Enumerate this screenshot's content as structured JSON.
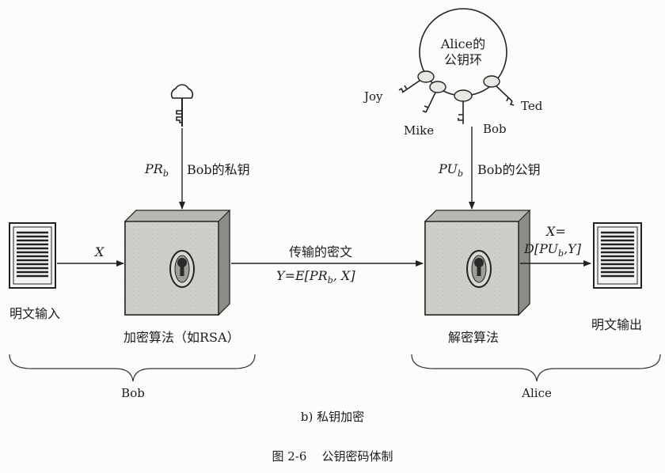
{
  "plaintext_input": "明文输入",
  "plaintext_output": "明文输出",
  "x_in": "X",
  "x_out_line1": "X=",
  "x_out_line2": "D[PU",
  "x_out_sub": "b",
  "x_out_tail": ",Y]",
  "private_key_symbol": "PR",
  "private_key_sub": "b",
  "private_key_desc": "Bob的私钥",
  "public_key_symbol": "PU",
  "public_key_sub": "b",
  "public_key_desc": "Bob的公钥",
  "encrypt_algo": "加密算法（如RSA）",
  "decrypt_algo": "解密算法",
  "transmitted_label": "传输的密文",
  "cipher_eq_pre": "Y=E[PR",
  "cipher_eq_sub": "b",
  "cipher_eq_post": ", X]",
  "keyring_line1": "Alice的",
  "keyring_line2": "公钥环",
  "keyring_keys": [
    "Joy",
    "Mike",
    "Bob",
    "Ted"
  ],
  "bob_brace_label": "Bob",
  "alice_brace_label": "Alice",
  "subcaption": "b) 私钥加密",
  "figure_caption": "图 2-6    公钥密码体制",
  "colors": {
    "safe": "#c9c9c4",
    "safe_side": "#8f8f8a",
    "ink": "#1c1c1c"
  }
}
